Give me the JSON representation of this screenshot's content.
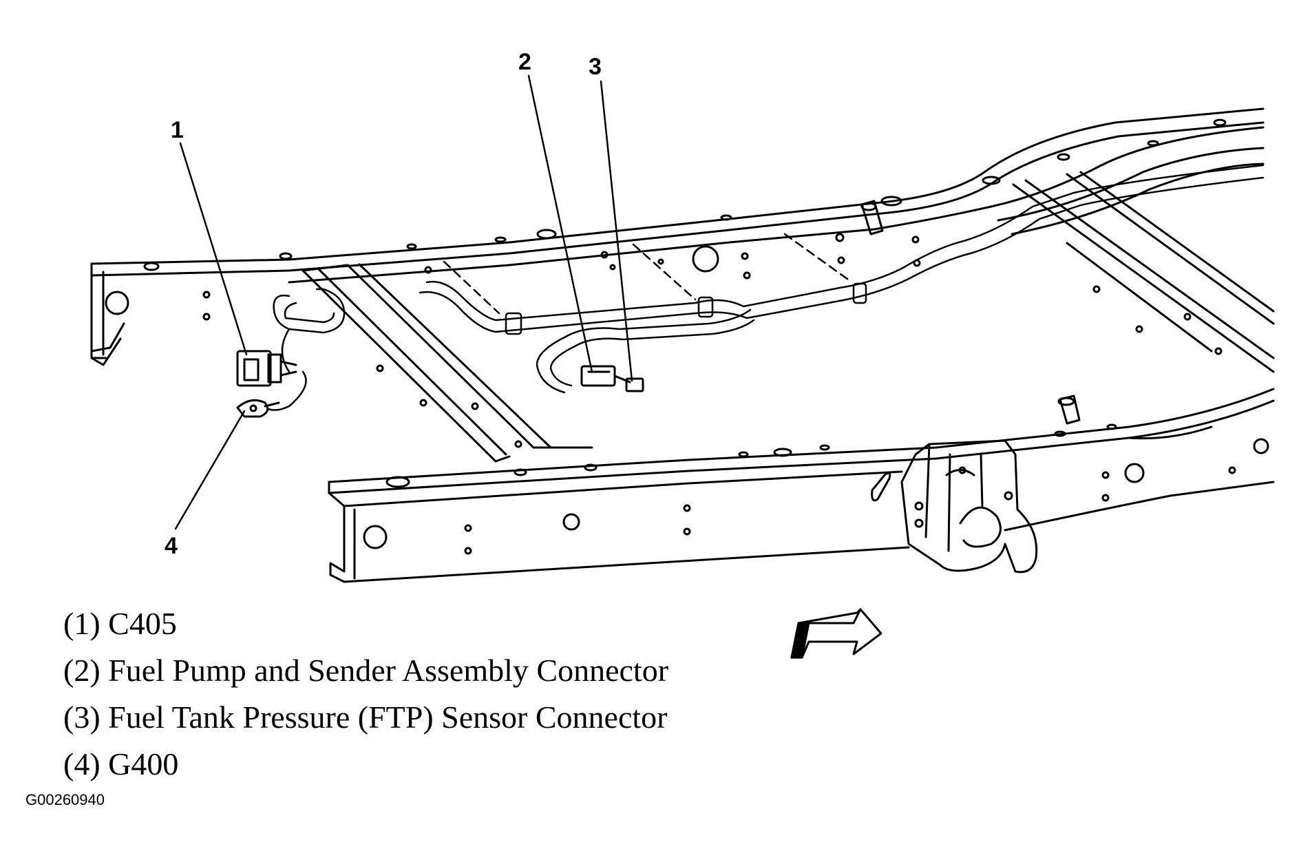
{
  "callouts": {
    "c1": "1",
    "c2": "2",
    "c3": "3",
    "c4": "4"
  },
  "legend": [
    "(1) C405",
    "(2) Fuel Pump and Sender Assembly Connector",
    "(3) Fuel Tank Pressure (FTP) Sensor Connector",
    "(4) G400"
  ],
  "figure_code": "G00260940",
  "icons": {
    "direction_arrow": "forward-direction-arrow-icon"
  }
}
